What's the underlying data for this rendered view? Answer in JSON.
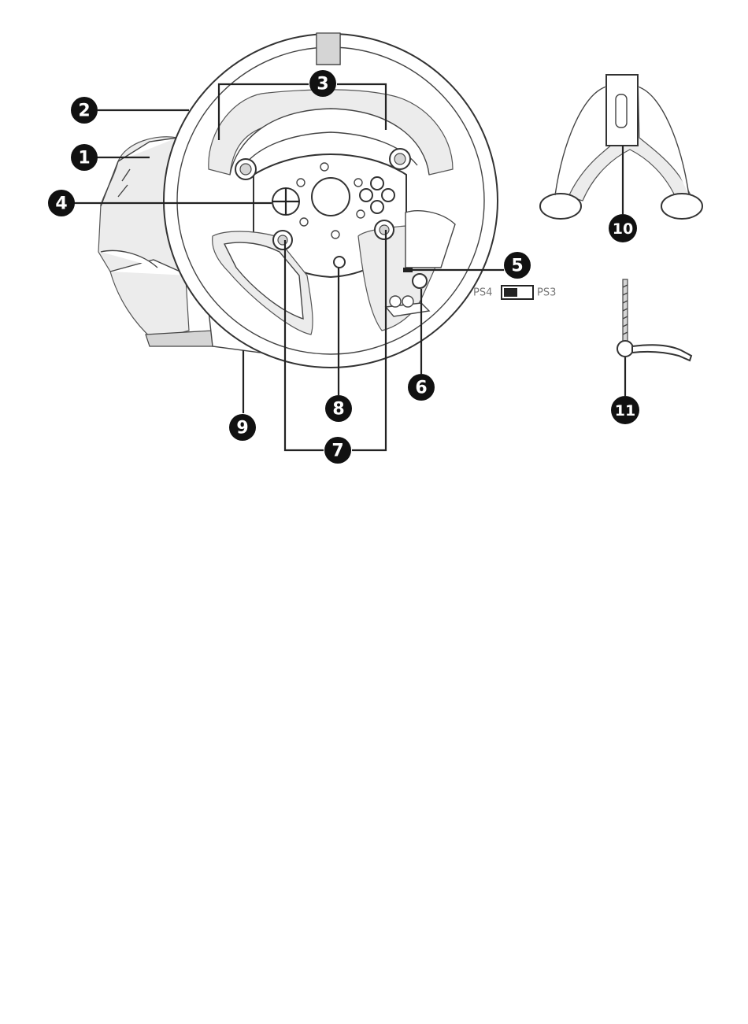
{
  "callouts": {
    "c1": "1",
    "c2": "2",
    "c3": "3",
    "c4": "4",
    "c5": "5",
    "c6": "6",
    "c7": "7",
    "c8": "8",
    "c9": "9",
    "c10": "10",
    "c11": "11"
  },
  "mode_switch": {
    "left_label": "PS4",
    "right_label": "PS3"
  },
  "colors": {
    "callout_fill": "#111111",
    "line": "#222222",
    "switch_label": "#777777"
  }
}
